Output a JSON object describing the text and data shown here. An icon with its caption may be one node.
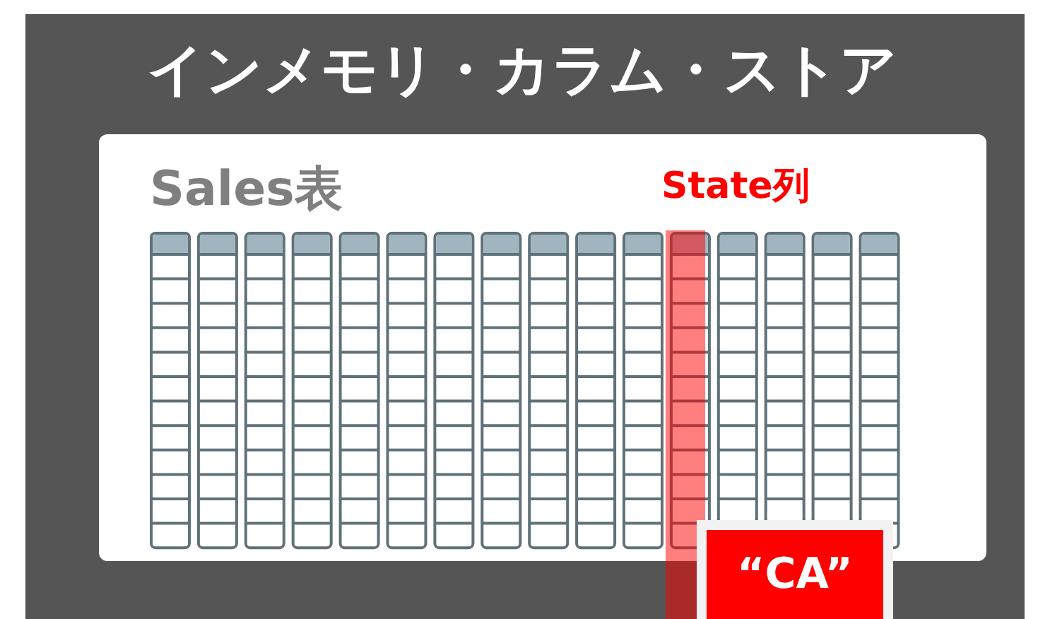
{
  "diagram": {
    "title": "インメモリ・カラム・ストア",
    "nodes": [
      {
        "text": [
          "Sales表"
        ]
      },
      {
        "text": [
          "“CA”"
        ]
      }
    ],
    "labels": [
      "State列"
    ]
  }
}
